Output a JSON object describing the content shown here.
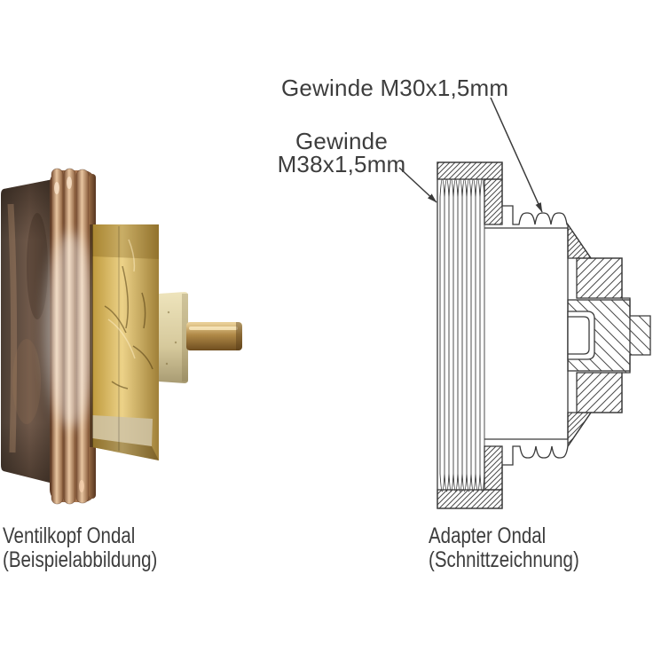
{
  "annotations": {
    "thread_m30": "Gewinde M30x1,5mm",
    "thread_m38_line1": "Gewinde",
    "thread_m38_line2": "M38x1,5mm"
  },
  "captions": {
    "left": {
      "line1": "Ventilkopf Ondal",
      "line2": "(Beispielabbildung)"
    },
    "right": {
      "line1": "Adapter Ondal",
      "line2": "(Schnittzeichnung)"
    }
  },
  "colors": {
    "background": "#ffffff",
    "ink": "#3a3a3a",
    "body_dark": "#4a3d33",
    "body_mid": "#70594a",
    "copper_dark": "#5f3d28",
    "copper_mid": "#b5815a",
    "copper_light": "#e8c5a0",
    "brass_mid": "#bf9a3d",
    "brass_bright": "#ecd288",
    "brass_shadow": "#a08038",
    "cream": "#d6c99c",
    "pin_gold": "#b08947",
    "pin_highlight": "#e9cf96",
    "pin_dark": "#6e4d1f"
  }
}
